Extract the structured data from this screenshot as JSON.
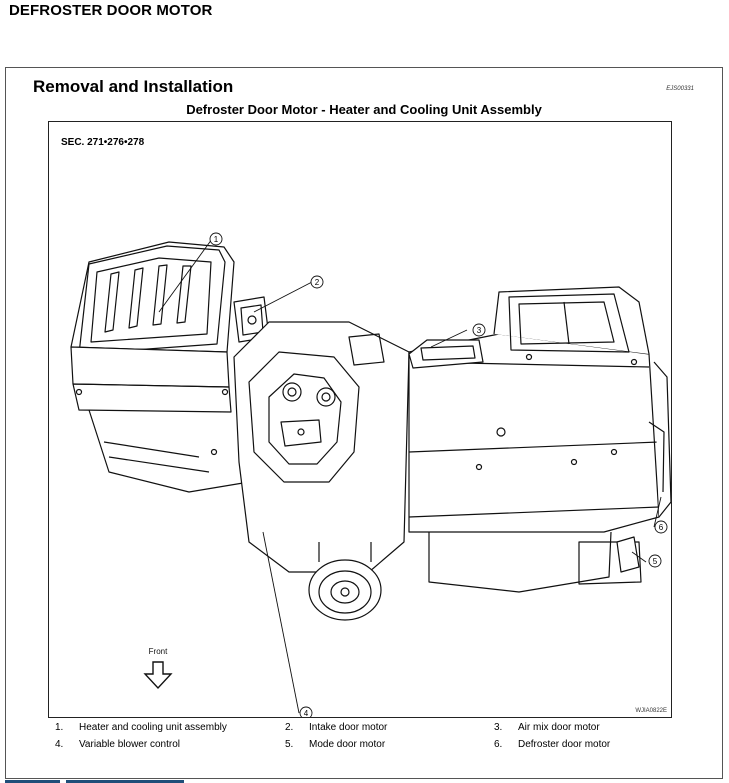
{
  "page": {
    "title": "DEFROSTER DOOR MOTOR"
  },
  "section": {
    "title": "Removal and Installation",
    "code": "EJS00331"
  },
  "figure": {
    "title": "Defroster Door Motor - Heater and Cooling Unit Assembly",
    "sec_ref": "SEC. 271•276•278",
    "front_label": "Front",
    "code": "WJIA0822E",
    "callouts": [
      "1",
      "2",
      "3",
      "4",
      "5",
      "6"
    ]
  },
  "legend": [
    {
      "num": "1.",
      "text": "Heater and cooling unit assembly"
    },
    {
      "num": "2.",
      "text": "Intake door motor"
    },
    {
      "num": "3.",
      "text": "Air mix door motor"
    },
    {
      "num": "4.",
      "text": "Variable blower control"
    },
    {
      "num": "5.",
      "text": "Mode door motor"
    },
    {
      "num": "6.",
      "text": "Defroster door motor"
    }
  ]
}
